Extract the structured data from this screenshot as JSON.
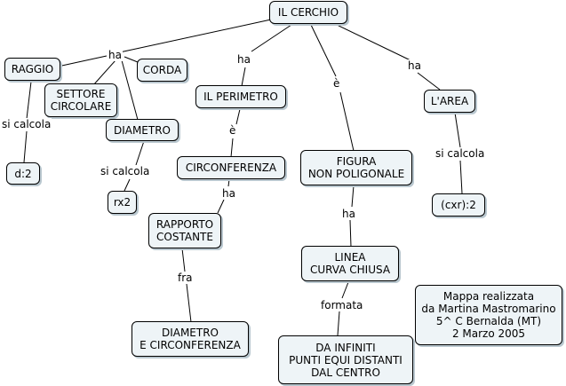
{
  "concepts": {
    "il_cerchio": "IL CERCHIO",
    "raggio": "RAGGIO",
    "settore_circolare": "SETTORE\nCIRCOLARE",
    "corda": "CORDA",
    "diametro": "DIAMETRO",
    "d2": "d:2",
    "rx2": "rx2",
    "il_perimetro": "IL PERIMETRO",
    "circonferenza": "CIRCONFERENZA",
    "rapporto_costante": "RAPPORTO\nCOSTANTE",
    "diametro_e_circonferenza": "DIAMETRO\nE CIRCONFERENZA",
    "figura_non_poligonale": "FIGURA\nNON POLIGONALE",
    "linea_curva_chiusa": "LINEA\nCURVA CHIUSA",
    "da_infiniti": "DA INFINITI\nPUNTI EQUI DISTANTI\nDAL CENTRO",
    "l_area": "L'AREA",
    "cxr2": "(cxr):2",
    "credits": "Mappa realizzata\nda Martina Mastromarino\n5^ C Bernalda (MT)\n2 Marzo 2005"
  },
  "linking_phrases": {
    "ha_main": "ha",
    "si_calcola_raggio": "si calcola",
    "si_calcola_diametro": "si calcola",
    "ha_perimetro": "ha",
    "e_perimetro": "è",
    "ha_circonferenza": "ha",
    "fra": "fra",
    "e_figura": "è",
    "ha_figura": "ha",
    "formata": "formata",
    "ha_area": "ha",
    "si_calcola_area": "si calcola"
  }
}
